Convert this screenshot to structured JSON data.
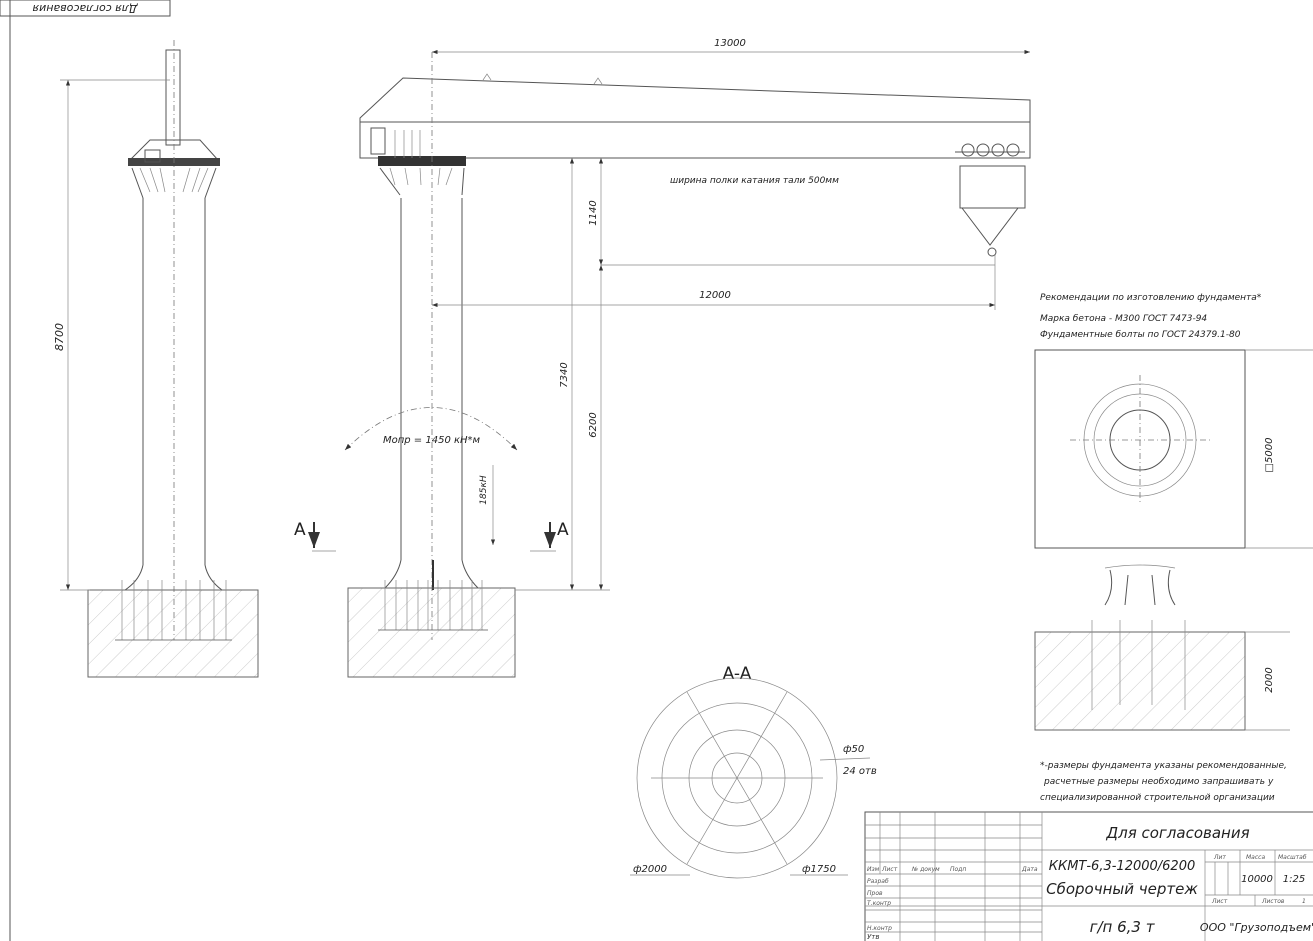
{
  "stamp_upside_down": "Для согласования",
  "dimensions": {
    "height_total": "8700",
    "boom_length": "13000",
    "outreach": "12000",
    "hook_clearance": "1140",
    "overall_height": "7340",
    "lift_height": "6200",
    "foundation_size": "□5000",
    "foundation_depth": "2000"
  },
  "annotations": {
    "flange_width": "ширина полки катания тали 500мм",
    "moment": "Мопр = 1450 кН*м",
    "force": "185кН",
    "section_mark": "A"
  },
  "section": {
    "title": "A-A",
    "hole_diameter": "ф50",
    "hole_count": "24 отв",
    "outer_diameter": "ф2000",
    "bolt_circle": "ф1750"
  },
  "foundation_notes": {
    "heading": "Рекомендации по изготовлению фундамента*",
    "concrete": "Марка бетона - М300 ГОСТ 7473-94",
    "bolts": "Фундаментные болты по ГОСТ 24379.1-80",
    "footnote": [
      "*-размеры фундамента указаны рекомендованные,",
      "расчетные размеры необходимо запрашивать у",
      "специализированной строительной организации"
    ]
  },
  "title_block": {
    "status": "Для согласования",
    "designation": "ККМТ-6,3-12000/6200",
    "doc_name": "Сборочный чертеж",
    "capacity": "г/п 6,3 т",
    "company": "ООО \"Грузоподъем\"",
    "lit_label": "Лит",
    "mass_label": "Масса",
    "scale_label": "Масштаб",
    "mass": "10000",
    "scale": "1:25",
    "sheet_label": "Лист",
    "sheets_label": "Листов",
    "sheets": "1",
    "col_headers": [
      "Изм",
      "Лист",
      "№ докум",
      "Подп",
      "Дата"
    ],
    "roles": [
      "Разраб",
      "Пров",
      "Т.контр",
      "Н.контр",
      "Утв"
    ]
  }
}
